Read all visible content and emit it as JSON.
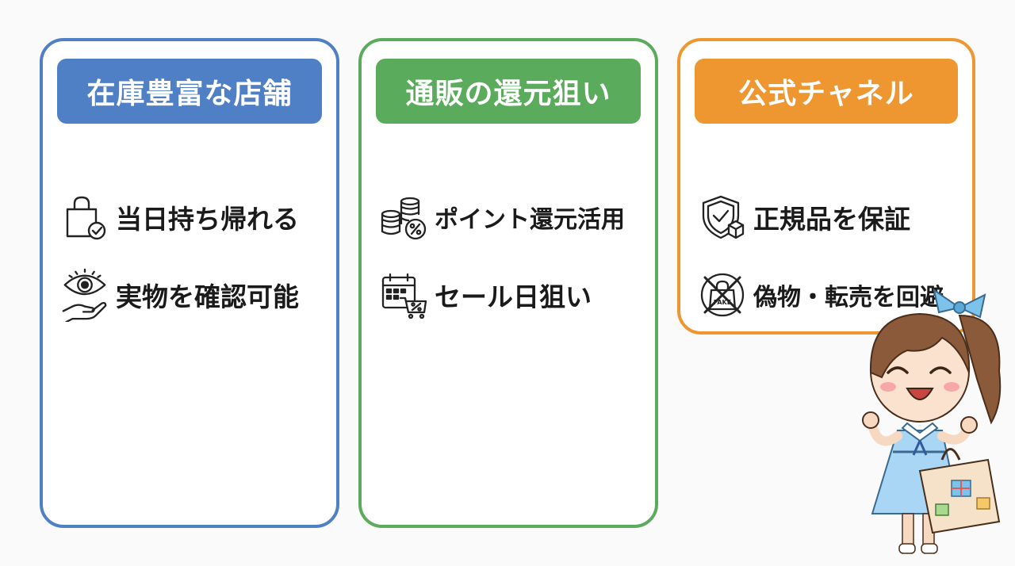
{
  "colors": {
    "blue": "#4f7fc4",
    "green": "#5aab5b",
    "orange": "#ee962f"
  },
  "cards": [
    {
      "title": "在庫豊富な店舗",
      "color": "#4f7fc4",
      "items": [
        {
          "icon": "shopping-bag-check-icon",
          "label": "当日持ち帰れる"
        },
        {
          "icon": "eye-hand-icon",
          "label": "実物を確認可能"
        }
      ]
    },
    {
      "title": "通販の還元狙い",
      "color": "#5aab5b",
      "items": [
        {
          "icon": "coins-percent-icon",
          "label": "ポイント還元活用"
        },
        {
          "icon": "calendar-cart-icon",
          "label": "セール日狙い"
        }
      ]
    },
    {
      "title": "公式チャネル",
      "color": "#ee962f",
      "items": [
        {
          "icon": "shield-check-icon",
          "label": "正規品を保証"
        },
        {
          "icon": "no-fake-icon",
          "label": "偽物・転売を回避"
        }
      ]
    }
  ],
  "no_fake_icon_text": "FAKE"
}
